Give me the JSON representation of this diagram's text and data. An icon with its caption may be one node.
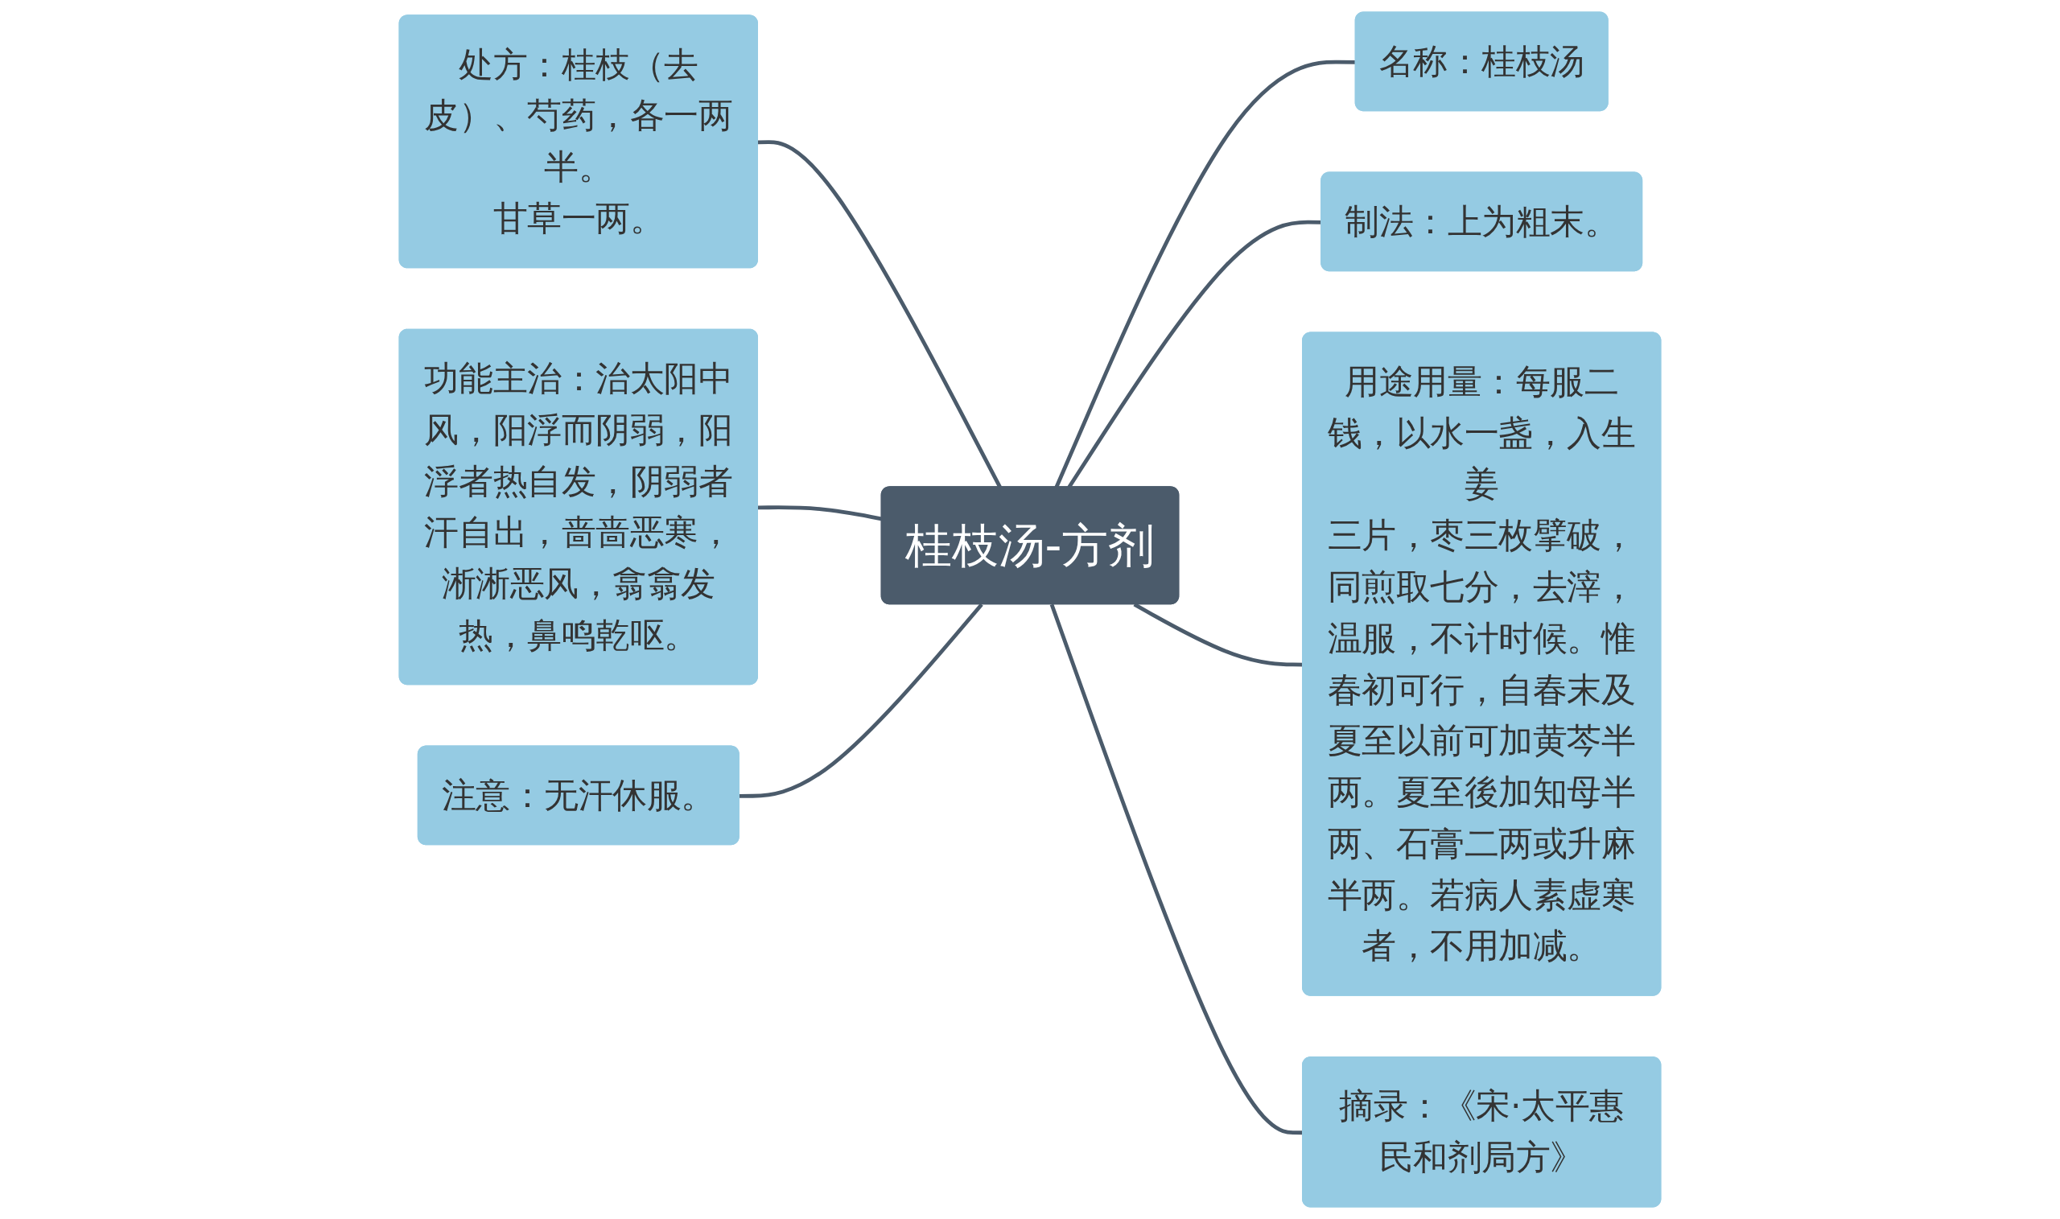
{
  "diagram": {
    "nodes": [
      {
        "text": [
          "桂枝汤-方剂"
        ]
      },
      {
        "text": [
          "处方：桂枝（去皮）、芍药，各一两半。甘草一两。"
        ]
      },
      {
        "text": [
          "功能主治：治太阳中风，阳浮而阴弱，阳浮者热自发，阴弱者汗自出，啬啬恶寒，淅淅恶风，翕翕发热，鼻鸣乾呕。"
        ]
      },
      {
        "text": [
          "注意：无汗休服。"
        ]
      },
      {
        "text": [
          "名称：桂枝汤"
        ]
      },
      {
        "text": [
          "制法：上为粗末。"
        ]
      },
      {
        "text": [
          "用途用量：每服二钱，以水一盏，入生姜三片，枣三枚擘破，同煎取七分，去滓，温服，不计时候。惟春初可行，自春末及夏至以前可加黄芩半两。夏至後加知母半两、石膏二两或升麻半两。若病人素虚寒者，不用加减。"
        ]
      },
      {
        "text": [
          "摘录：《宋·太平惠民和剂局方》"
        ]
      }
    ],
    "edges": [
      {
        "from": 1,
        "to": 0,
        "arrow": "none"
      },
      {
        "from": 2,
        "to": 0,
        "arrow": "none"
      },
      {
        "from": 3,
        "to": 0,
        "arrow": "none"
      },
      {
        "from": 0,
        "to": 4,
        "arrow": "none"
      },
      {
        "from": 0,
        "to": 5,
        "arrow": "none"
      },
      {
        "from": 0,
        "to": 6,
        "arrow": "none"
      },
      {
        "from": 0,
        "to": 7,
        "arrow": "none"
      }
    ]
  }
}
